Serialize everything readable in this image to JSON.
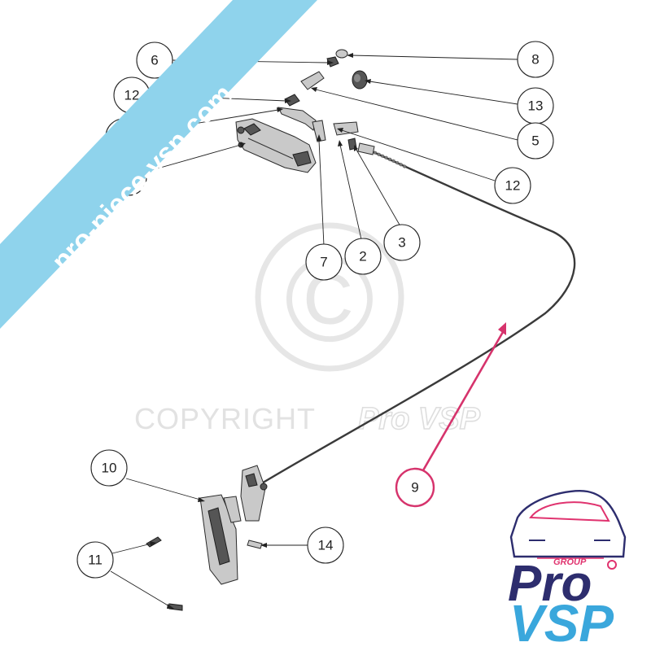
{
  "watermark": {
    "copyright_text": "COPYRIGHT",
    "brand_text": "Pro VSP",
    "symbol": "©"
  },
  "banner": {
    "text": "pro-piece-vsp.com",
    "color": "#8fd3ec"
  },
  "logo": {
    "group_text": "GROUP",
    "pro_text": "Pro",
    "vsp_text": "VSP",
    "colors": {
      "pink": "#e0336f",
      "navy": "#2d2d6e",
      "cyan": "#3aa7dc"
    }
  },
  "callouts": [
    {
      "id": "c6",
      "label": "6"
    },
    {
      "id": "c8",
      "label": "8"
    },
    {
      "id": "c12a",
      "label": "12"
    },
    {
      "id": "c13",
      "label": "13"
    },
    {
      "id": "c4",
      "label": "4"
    },
    {
      "id": "c5",
      "label": "5"
    },
    {
      "id": "c1",
      "label": "1"
    },
    {
      "id": "c12b",
      "label": "12"
    },
    {
      "id": "c7",
      "label": "7"
    },
    {
      "id": "c2",
      "label": "2"
    },
    {
      "id": "c3",
      "label": "3"
    },
    {
      "id": "c9",
      "label": "9"
    },
    {
      "id": "c10",
      "label": "10"
    },
    {
      "id": "c11",
      "label": "11"
    },
    {
      "id": "c14",
      "label": "14"
    }
  ],
  "highlight_color": "#d6336c"
}
